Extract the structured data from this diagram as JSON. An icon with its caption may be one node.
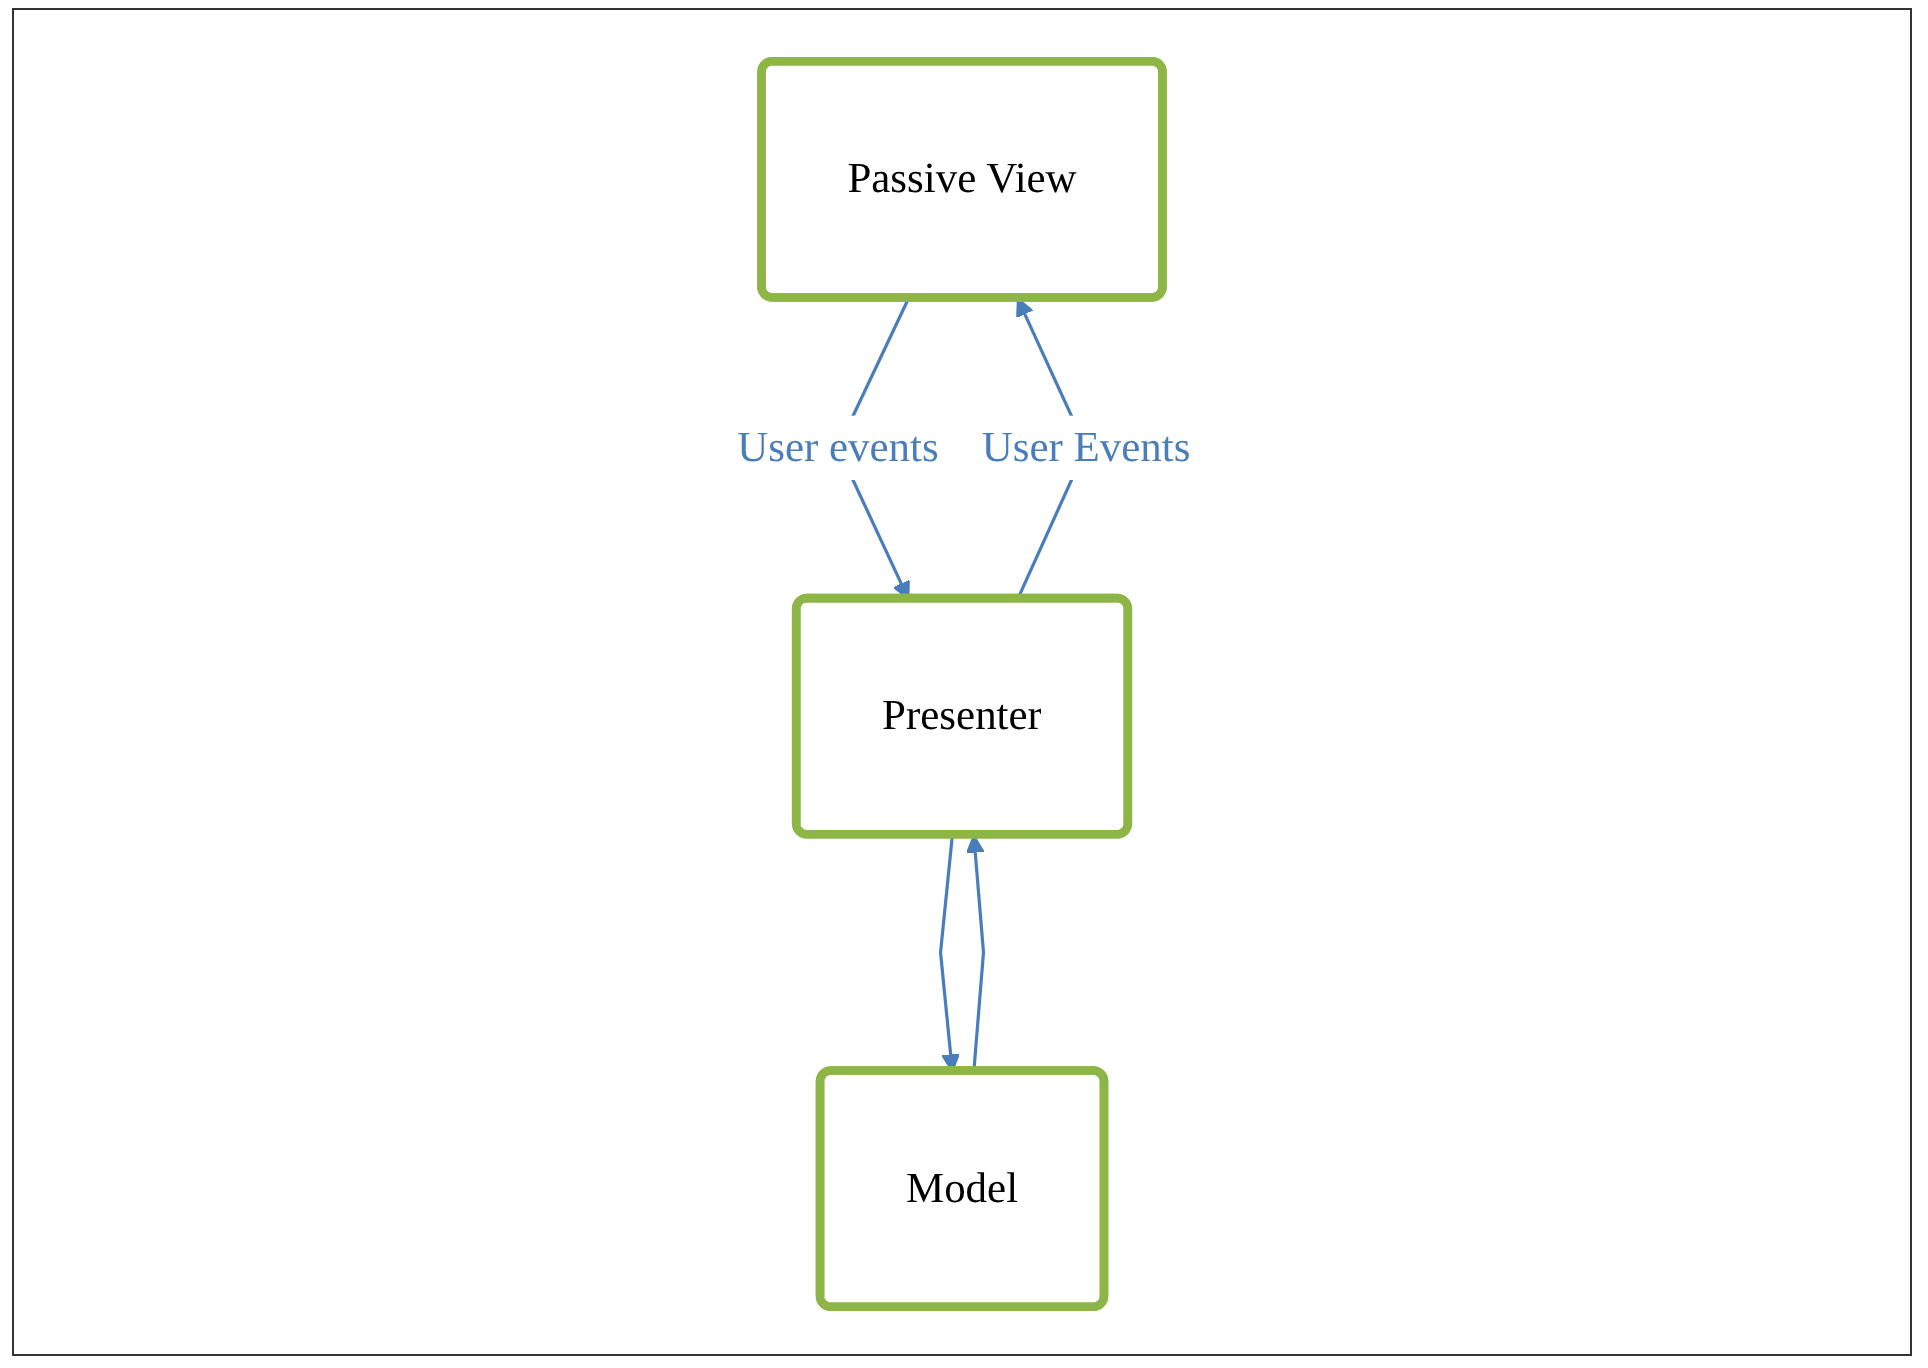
{
  "diagram": {
    "nodes": [
      {
        "text": [
          "Passive View"
        ]
      },
      {
        "text": [
          "Presenter"
        ]
      },
      {
        "text": [
          "Model"
        ]
      }
    ],
    "edges": [
      {
        "from": 0,
        "to": 1,
        "arrow": "to",
        "label": "User events"
      },
      {
        "from": 1,
        "to": 0,
        "arrow": "to",
        "label": "User Events"
      },
      {
        "from": 1,
        "to": 2,
        "arrow": "to"
      },
      {
        "from": 2,
        "to": 1,
        "arrow": "to"
      }
    ]
  }
}
